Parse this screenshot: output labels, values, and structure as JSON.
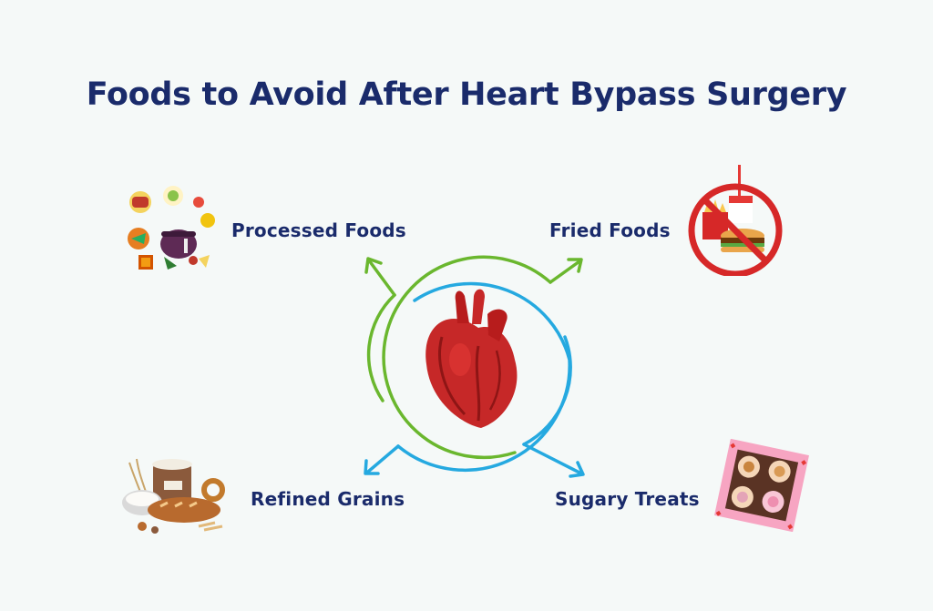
{
  "title": "Foods to Avoid After Heart Bypass Surgery",
  "items": [
    {
      "label": "Processed Foods",
      "icon": "processed-foods-icon"
    },
    {
      "label": "Fried Foods",
      "icon": "no-fast-food-icon"
    },
    {
      "label": "Refined Grains",
      "icon": "flour-bread-icon"
    },
    {
      "label": "Sugary Treats",
      "icon": "cupcake-box-icon"
    }
  ],
  "center_icon": "heart-icon",
  "colors": {
    "title": "#1a2b6b",
    "green_arrow": "#6ab72e",
    "blue_arrow": "#25a9e0",
    "background": "#f5f9f8"
  }
}
